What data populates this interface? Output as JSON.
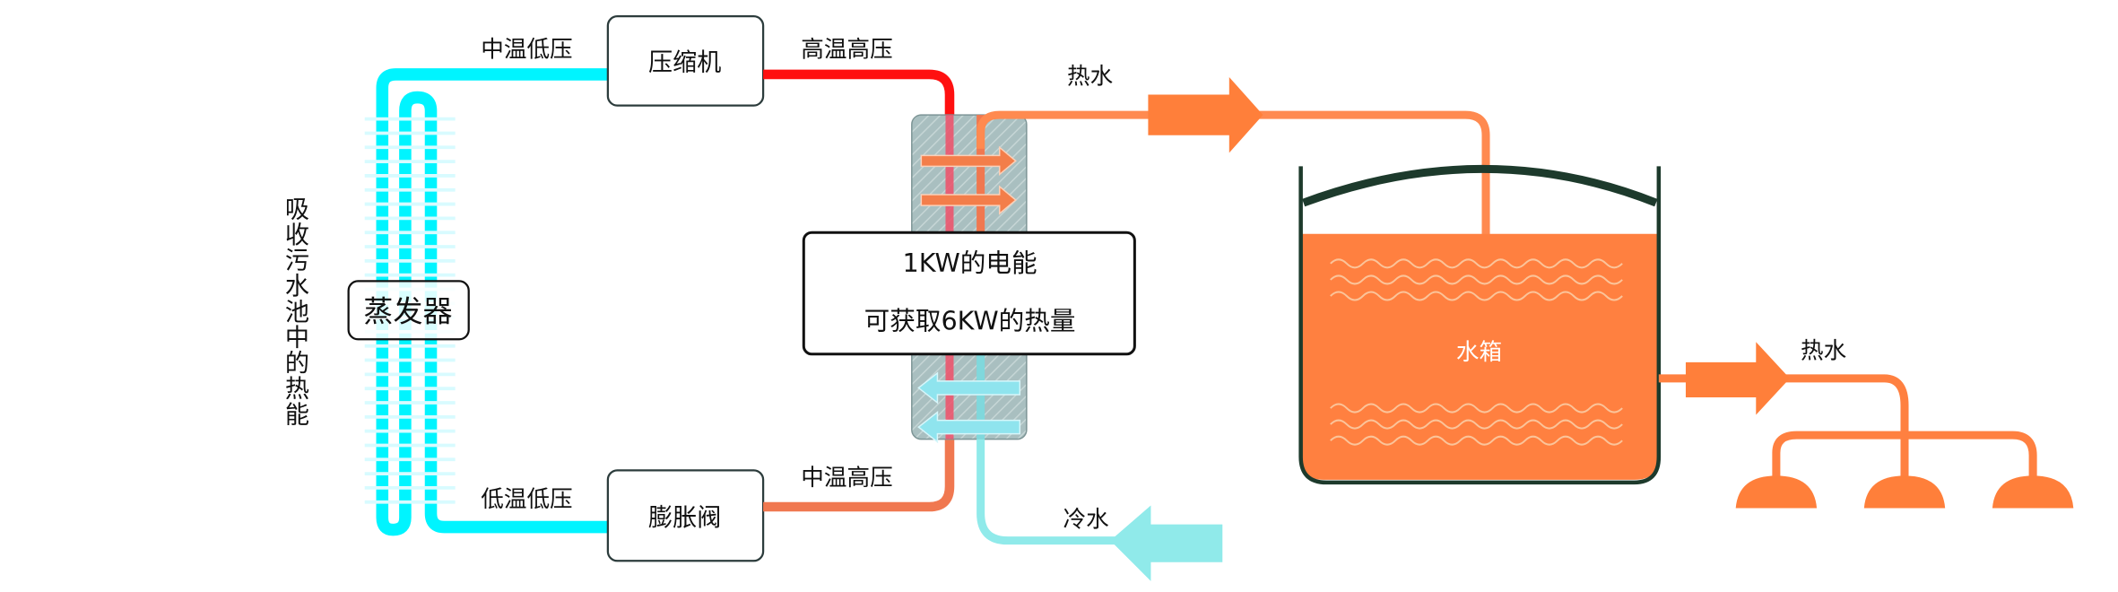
{
  "colors": {
    "refrigerant_low": "#00f4ff",
    "refrigerant_high": "#ff1010",
    "refrigerant_mid": "#f07850",
    "hot_water": "#ff8040",
    "cold_water": "#90eaea",
    "tank_outline": "#1d3a2c",
    "exchanger": "#a8bfc0"
  },
  "labels": {
    "left_side": "吸收污水池中的热能",
    "evaporator": "蒸发器",
    "compressor": "压缩机",
    "expansion_valve": "膨胀阀",
    "mid_temp_low_pressure": "中温低压",
    "high_temp_high_pressure": "高温高压",
    "low_temp_low_pressure": "低温低压",
    "mid_temp_high_pressure": "中温高压",
    "hot_water_top": "热水",
    "cold_water": "冷水",
    "info_line1": "1KW的电能",
    "info_line2": "可获取6KW的热量",
    "tank": "水箱",
    "hot_water_out": "热水"
  },
  "icons": {
    "hot_water_arrow": "arrow-right",
    "cold_water_arrow": "arrow-left",
    "shower_heads": [
      "shower-head",
      "shower-head",
      "shower-head"
    ]
  }
}
